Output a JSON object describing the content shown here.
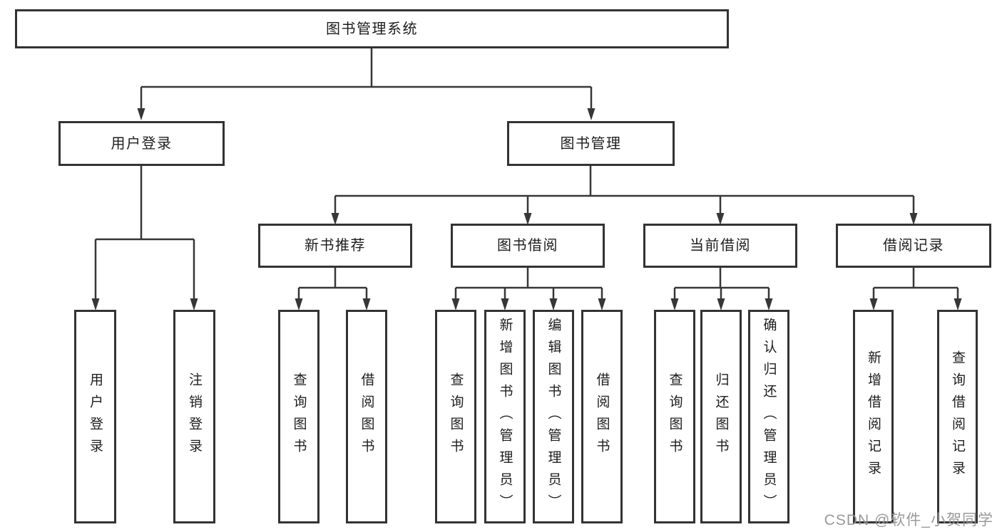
{
  "tree": {
    "root": {
      "label": "图书管理系统",
      "children": [
        {
          "label": "用户登录",
          "children": [
            {
              "label": "用户登录"
            },
            {
              "label": "注销登录"
            }
          ]
        },
        {
          "label": "图书管理",
          "children": [
            {
              "label": "新书推荐",
              "children": [
                {
                  "label": "查询图书"
                },
                {
                  "label": "借阅图书"
                }
              ]
            },
            {
              "label": "图书借阅",
              "children": [
                {
                  "label": "查询图书"
                },
                {
                  "label": "新增图书（管理员）"
                },
                {
                  "label": "编辑图书（管理员）"
                },
                {
                  "label": "借阅图书"
                }
              ]
            },
            {
              "label": "当前借阅",
              "children": [
                {
                  "label": "查询图书"
                },
                {
                  "label": "归还图书"
                },
                {
                  "label": "确认归还（管理员）"
                }
              ]
            },
            {
              "label": "借阅记录",
              "children": [
                {
                  "label": "新增借阅记录"
                },
                {
                  "label": "查询借阅记录"
                }
              ]
            }
          ]
        }
      ]
    }
  },
  "watermark": {
    "text": "CSDN @软件_小贺同学"
  },
  "colors": {
    "box_border": "#333333",
    "connector_line": "#373737",
    "label_text": "#1d1d1d",
    "watermark_text": "#949494",
    "background": "#ffffff"
  }
}
